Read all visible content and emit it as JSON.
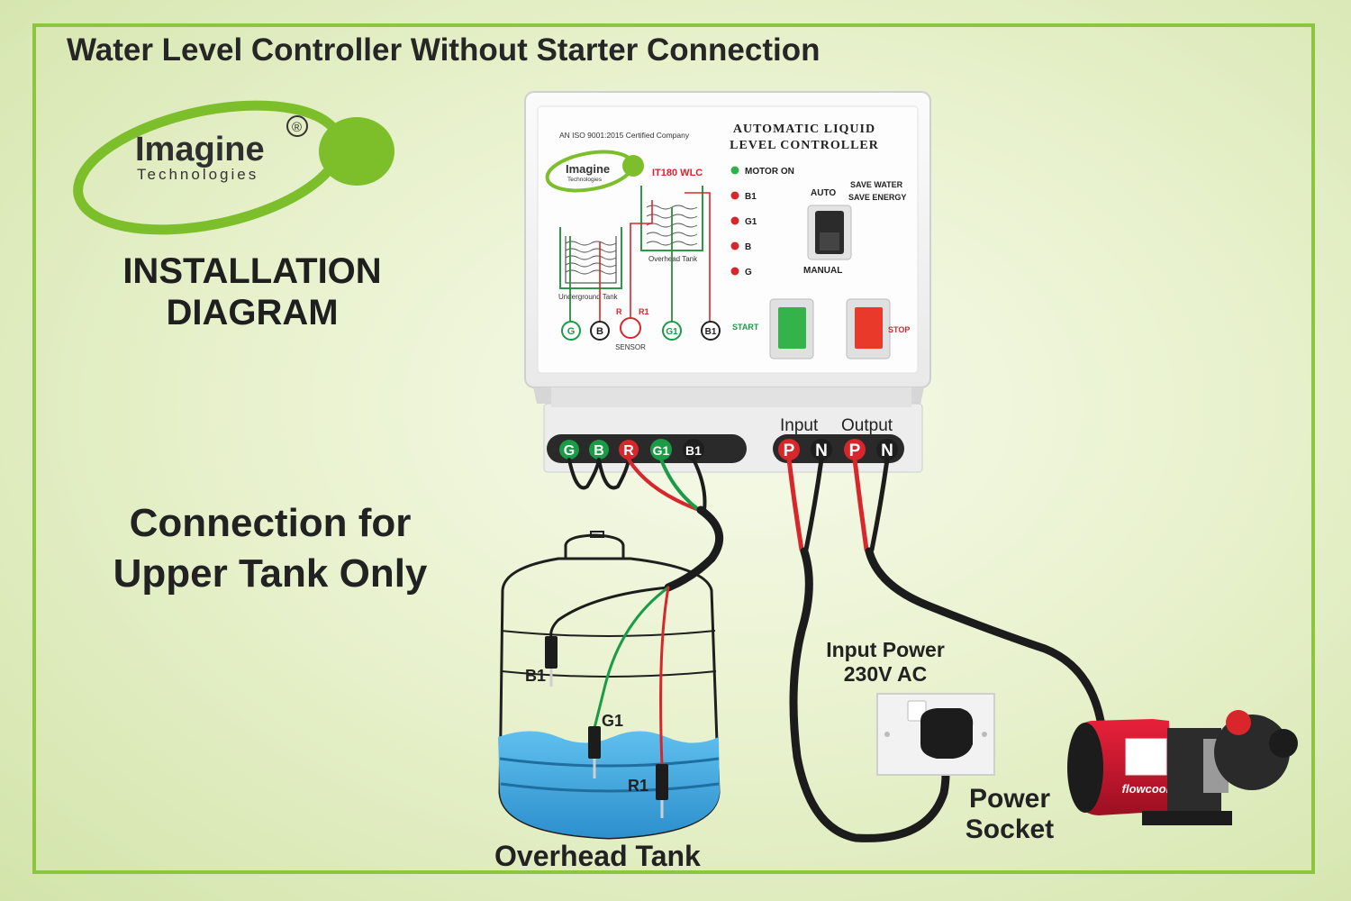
{
  "title": "Water Level Controller Without Starter Connection",
  "brand": {
    "name": "Imagine",
    "sub": "Technologies",
    "reg_mark": "®"
  },
  "heading": "INSTALLATION DIAGRAM",
  "note": "Connection for Upper Tank Only",
  "controller": {
    "iso_text": "AN ISO 9001:2015 Certified Company",
    "product_title_line1": "AUTOMATIC LIQUID",
    "product_title_line2": "LEVEL CONTROLLER",
    "model": "IT180 WLC",
    "indicators": [
      "MOTOR ON",
      "B1",
      "G1",
      "B",
      "G"
    ],
    "switch_top_label": "AUTO",
    "switch_bottom_label": "MANUAL",
    "slogan_line1": "SAVE WATER",
    "slogan_line2": "SAVE ENERGY",
    "start_label": "START",
    "stop_label": "STOP",
    "diagram_underground_label": "Underground Tank",
    "diagram_overhead_label": "Overhead Tank",
    "sensor_label": "SENSOR",
    "face_terminals": [
      "G",
      "B",
      "R",
      "R1",
      "G1",
      "B1"
    ],
    "bottom_terminals": [
      "G",
      "B",
      "R",
      "G1",
      "B1"
    ],
    "power_group_labels": [
      "Input",
      "Output"
    ],
    "power_terminals": [
      "P",
      "N",
      "P",
      "N"
    ]
  },
  "tank": {
    "label": "Overhead Tank",
    "probes": [
      "B1",
      "G1",
      "R1"
    ]
  },
  "input_power": {
    "line1": "Input Power",
    "line2": "230V AC"
  },
  "socket": {
    "line1": "Power",
    "line2": "Socket"
  },
  "pump": {
    "brand": "flowcool"
  },
  "colors": {
    "frame": "#8cc63f",
    "logo_green": "#7dbe2b",
    "red_wire": "#d8262b",
    "green_wire": "#1a9b46",
    "black_wire": "#1c1c1c",
    "water": "#3aa3d9"
  }
}
